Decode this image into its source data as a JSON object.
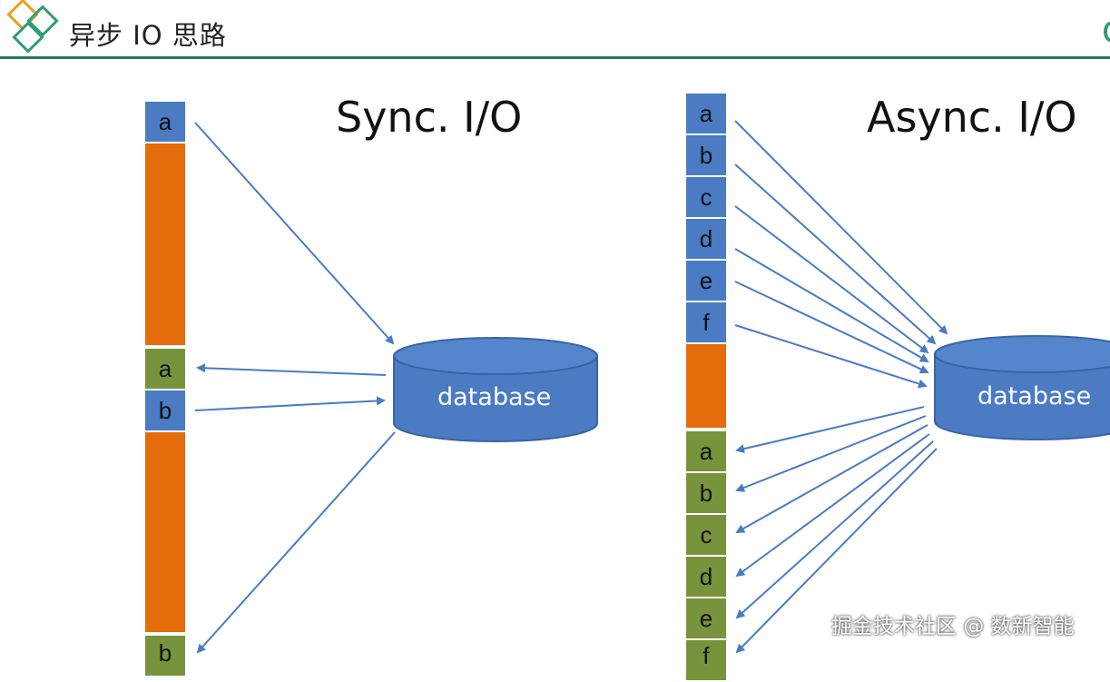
{
  "header": {
    "title": "异步 IO 思路"
  },
  "sync": {
    "title": "Sync. I/O",
    "blocks": [
      {
        "kind": "request",
        "label": "a"
      },
      {
        "kind": "wait",
        "label": ""
      },
      {
        "kind": "response",
        "label": "a"
      },
      {
        "kind": "request",
        "label": "b"
      },
      {
        "kind": "wait",
        "label": ""
      },
      {
        "kind": "response",
        "label": "b"
      }
    ],
    "database_label": "database"
  },
  "async": {
    "title": "Async. I/O",
    "blocks": [
      {
        "kind": "request",
        "label": "a"
      },
      {
        "kind": "request",
        "label": "b"
      },
      {
        "kind": "request",
        "label": "c"
      },
      {
        "kind": "request",
        "label": "d"
      },
      {
        "kind": "request",
        "label": "e"
      },
      {
        "kind": "request",
        "label": "f"
      },
      {
        "kind": "wait",
        "label": ""
      },
      {
        "kind": "response",
        "label": "a"
      },
      {
        "kind": "response",
        "label": "b"
      },
      {
        "kind": "response",
        "label": "c"
      },
      {
        "kind": "response",
        "label": "d"
      },
      {
        "kind": "response",
        "label": "e"
      },
      {
        "kind": "response",
        "label": "f"
      }
    ],
    "database_label": "database"
  },
  "colors": {
    "request": "#4a7bc3",
    "wait": "#e46c0a",
    "response": "#77933c",
    "arrow": "#4a7bc3",
    "rule": "#1f7a5c"
  },
  "watermark": "掘金技术社区 @ 数新智能"
}
